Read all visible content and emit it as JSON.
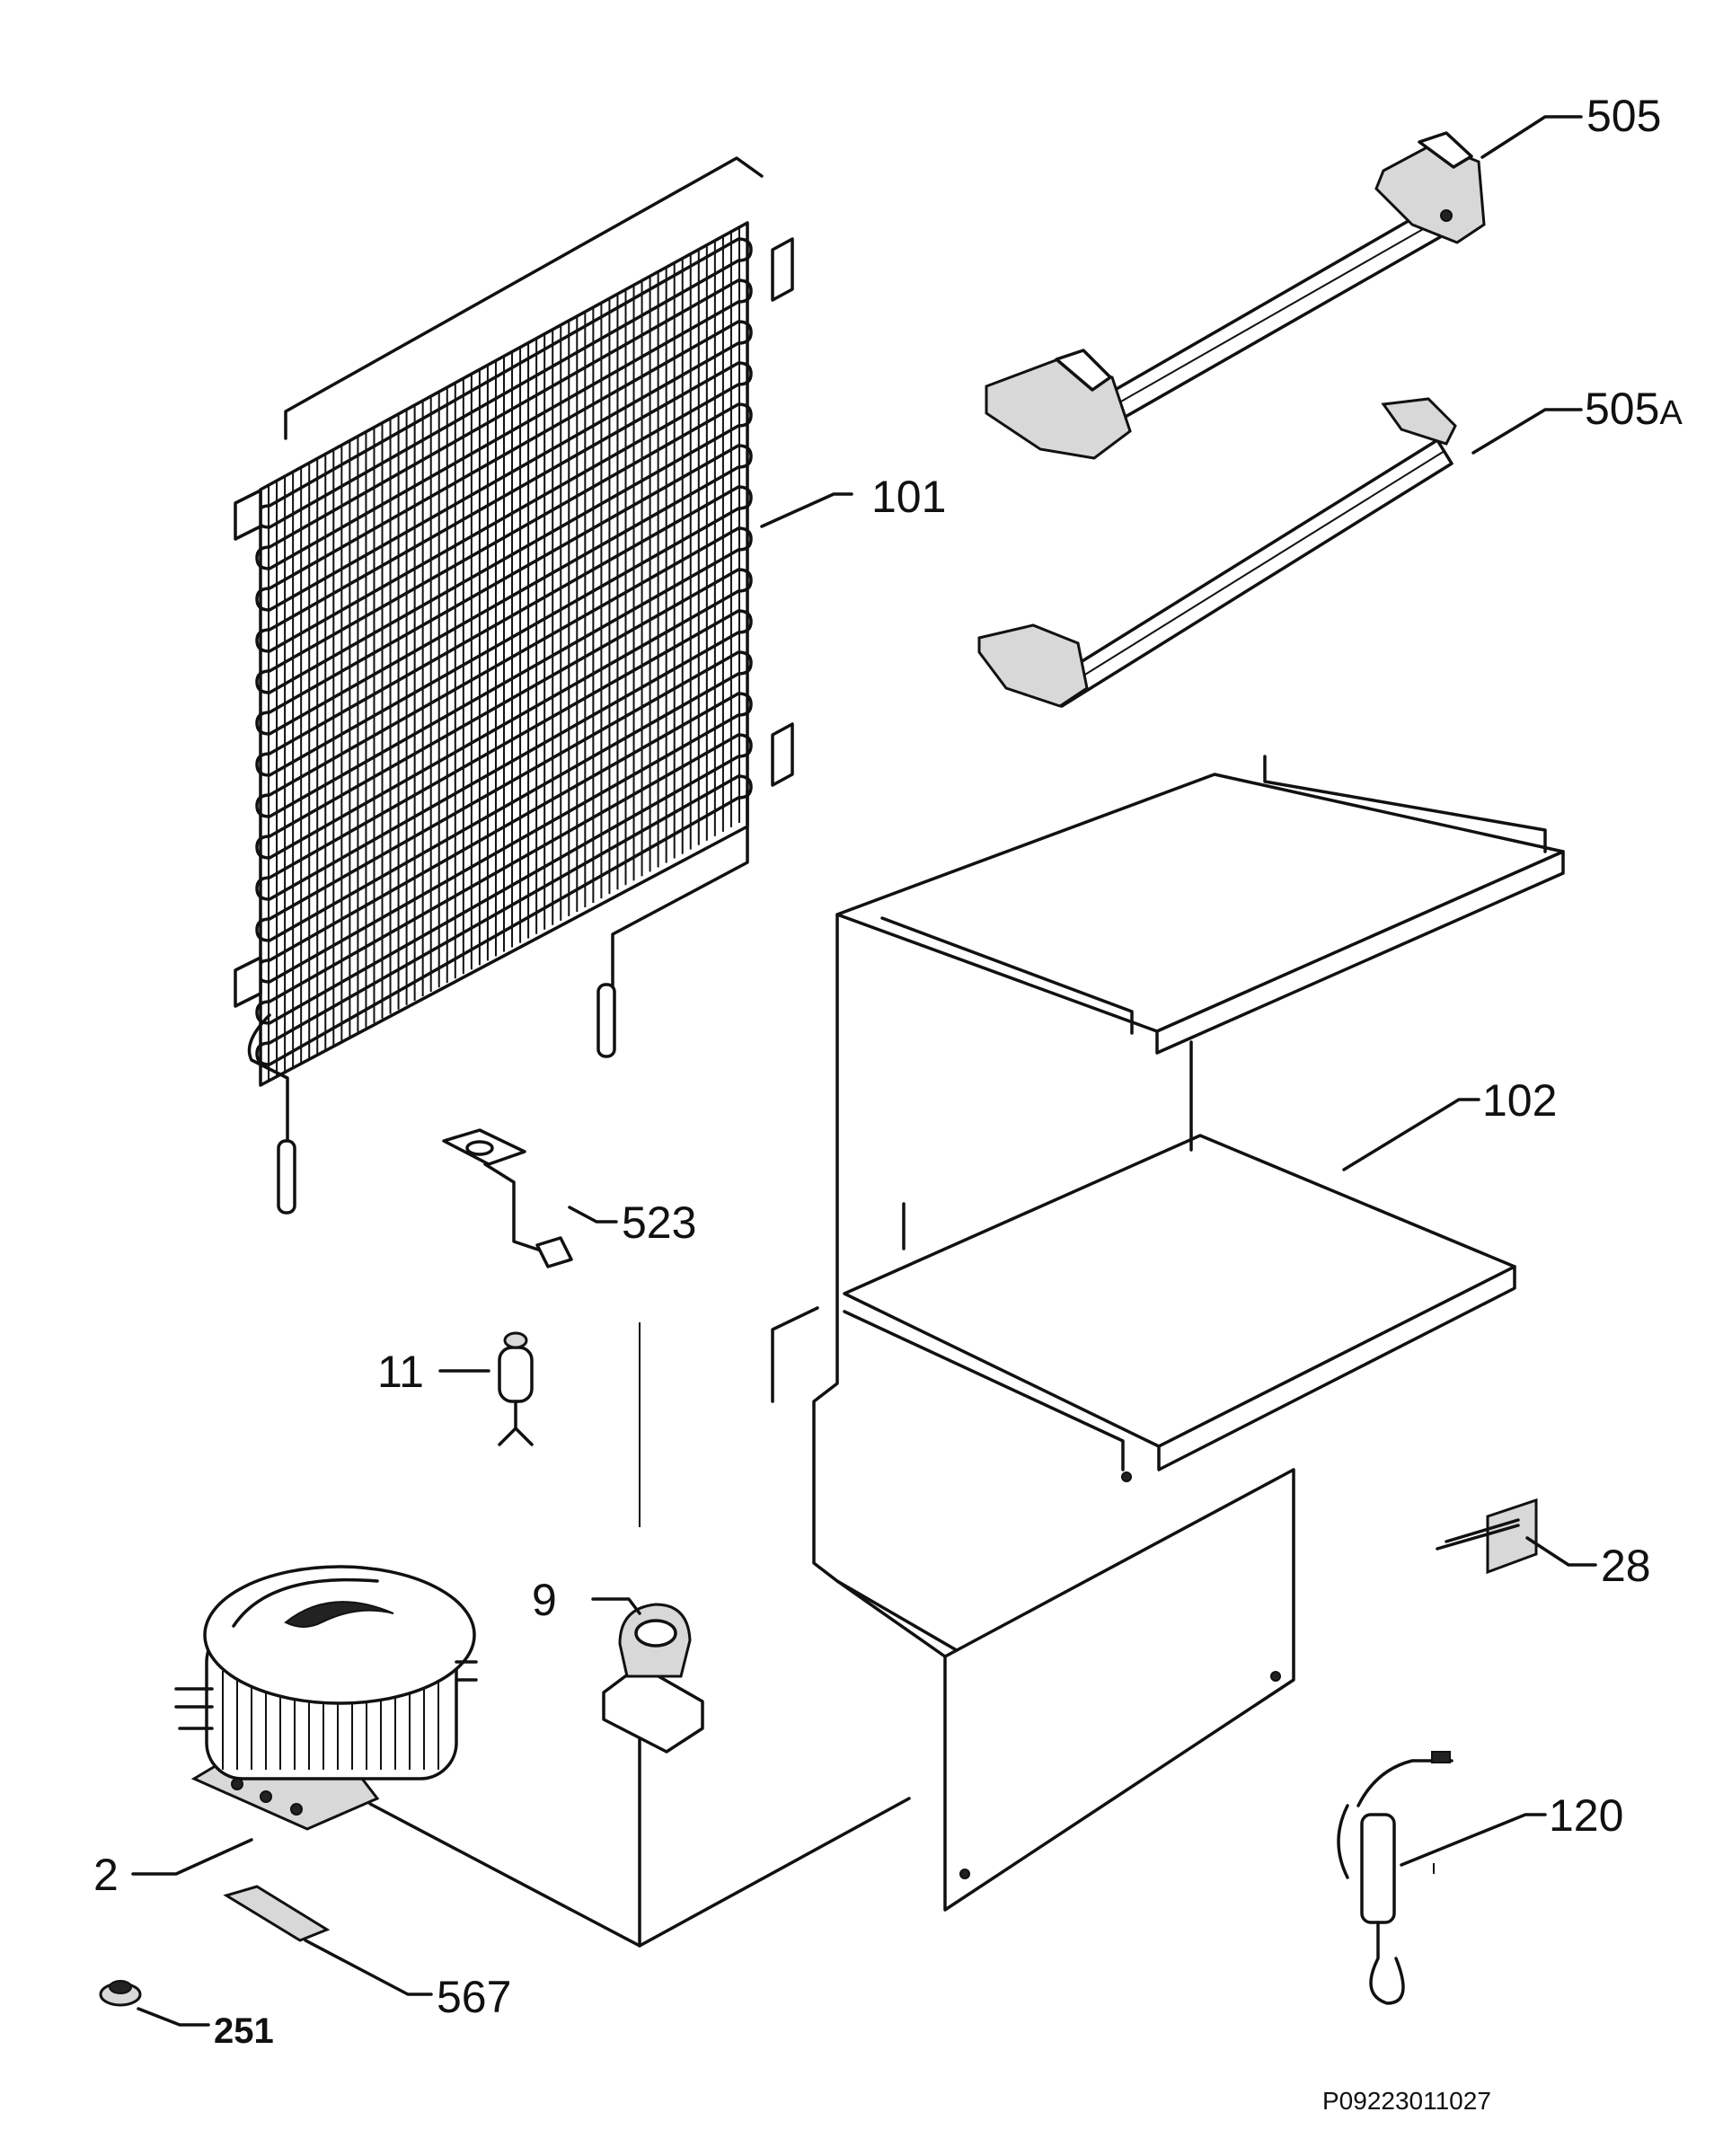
{
  "parts": [
    {
      "id": "p505",
      "label": "505"
    },
    {
      "id": "p505a",
      "label": "505",
      "suffix": "A"
    },
    {
      "id": "p101",
      "label": "101"
    },
    {
      "id": "p102",
      "label": "102"
    },
    {
      "id": "p523",
      "label": "523"
    },
    {
      "id": "p11",
      "label": "11"
    },
    {
      "id": "p9",
      "label": "9"
    },
    {
      "id": "p28",
      "label": "28"
    },
    {
      "id": "p2",
      "label": "2"
    },
    {
      "id": "p120",
      "label": "120"
    },
    {
      "id": "p567",
      "label": "567"
    },
    {
      "id": "p251",
      "label": "251"
    }
  ],
  "document_code": "P09223011027"
}
